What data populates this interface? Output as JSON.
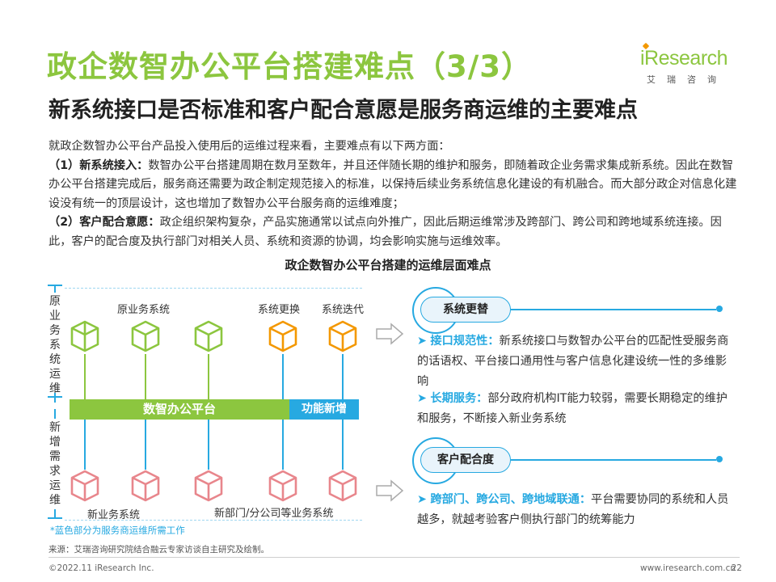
{
  "header": {
    "title": "政企数智办公平台搭建难点（3/3）",
    "subtitle": "新系统接口是否标准和客户配合意愿是服务商运维的主要难点"
  },
  "logo": {
    "wordmark": "iResearch",
    "chinese": "艾瑞咨询"
  },
  "intro": {
    "line1": "就政企数智办公平台产品投入使用后的运维过程来看，主要难点有以下两方面：",
    "p1_label": "（1）新系统接入：",
    "p1_text": "数智办公平台搭建周期在数月至数年，并且还伴随长期的维护和服务，即随着政企业务需求集成新系统。因此在数智办公平台搭建完成后，服务商还需要为政企制定规范接入的标准，以保持后续业务系统信息化建设的有机融合。而大部分政企对信息化建设没有统一的顶层设计，这也增加了数智办公平台服务商的运维难度；",
    "p2_label": "（2）客户配合意愿：",
    "p2_text": "政企组织架构复杂，产品实施通常以试点向外推广，因此后期运维常涉及跨部门、跨公司和跨地域系统连接。因此，客户的配合度及执行部门对相关人员、系统和资源的协调，均会影响实施与运维效率。"
  },
  "diagram": {
    "title": "政企数智办公平台搭建的运维层面难点",
    "axis_top": "原业务系统运维",
    "axis_bottom": "新增需求运维",
    "top_labels": {
      "original": "原业务系统",
      "replace": "系统更换",
      "iterate": "系统迭代"
    },
    "bar_main": "数智办公平台",
    "bar_new": "功能新增",
    "bottom_labels": {
      "new_business": "新业务系统",
      "new_dept": "新部门/分公司等业务系统"
    },
    "note": "*蓝色部分为服务商运维所需工作",
    "colors": {
      "green": "#8cc63f",
      "blue": "#27a9e1",
      "orange": "#f39800",
      "red": "#e8868c"
    }
  },
  "right": {
    "pill1": "系统更替",
    "item1_key": "接口规范性：",
    "item1_text": "新系统接口与数智办公平台的匹配性受服务商的话语权、平台接口通用性与客户信息化建设统一性的多维影响",
    "item2_key": "长期服务：",
    "item2_text": "部分政府机构IT能力较弱，需要长期稳定的维护和服务，不断接入新业务系统",
    "pill2": "客户配合度",
    "item3_key": "跨部门、跨公司、跨地域联通：",
    "item3_text": "平台需要协同的系统和人员越多，就越考验客户侧执行部门的统筹能力",
    "bullet_icon": "chevron-right-icon"
  },
  "footer": {
    "source": "来源：艾瑞咨询研究院结合融云专家访谈自主研究及绘制。",
    "copyright": "©2022.11 iResearch Inc.",
    "website": "www.iresearch.com.cn",
    "page": "22"
  }
}
